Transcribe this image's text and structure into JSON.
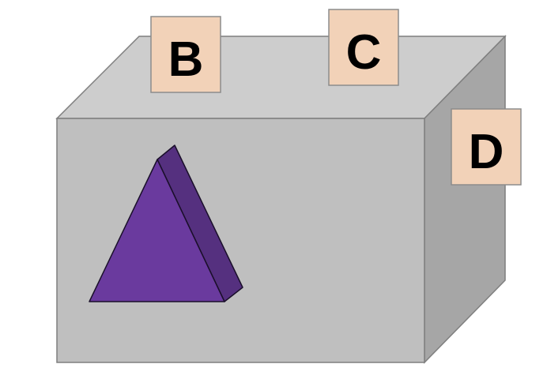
{
  "labels": {
    "b": "B",
    "c": "C",
    "d": "D"
  },
  "colors": {
    "box_top": "#cdcdcd",
    "box_front": "#bfbfbf",
    "box_side": "#a6a6a6",
    "box_edge": "#7f7f7f",
    "label_fill": "#f2d2b8",
    "label_edge": "#8c8c8c",
    "prism_front": "#6a3a9e",
    "prism_side": "#55307f",
    "prism_edge": "#1a0f2a"
  }
}
